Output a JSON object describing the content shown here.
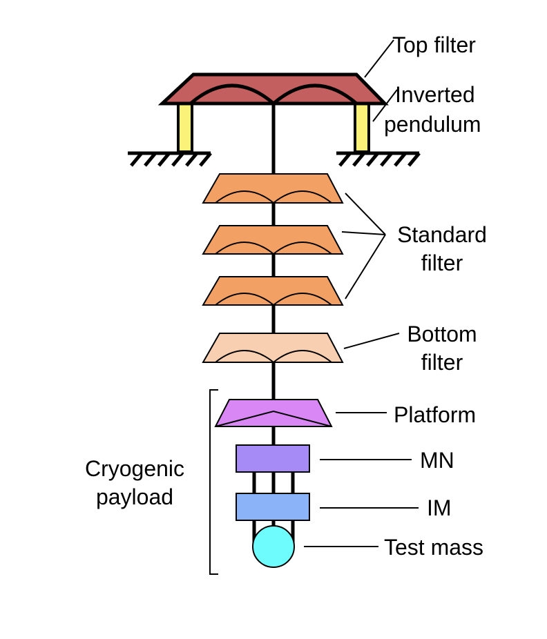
{
  "labels": {
    "top_filter": "Top filter",
    "inverted_pendulum": [
      "Inverted",
      "pendulum"
    ],
    "standard_filter": [
      "Standard",
      "filter"
    ],
    "bottom_filter": [
      "Bottom",
      "filter"
    ],
    "platform": "Platform",
    "mn": "MN",
    "im": "IM",
    "test_mass": "Test mass",
    "cryogenic_payload": [
      "Cryogenic",
      "payload"
    ]
  },
  "colors": {
    "top_filter": "#c45f5f",
    "inverted_pendulum_leg": "#fbf27a",
    "standard_filter": "#f2a064",
    "bottom_filter": "#f8cfb0",
    "platform": "#d887f5",
    "mn": "#a68af5",
    "im": "#8ab3f8",
    "test_mass": "#6ffcfd",
    "line": "#000000"
  }
}
